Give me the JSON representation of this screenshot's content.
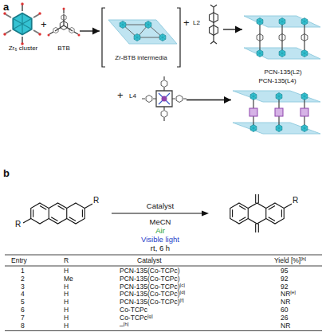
{
  "diagram": {
    "nodes": [
      {
        "text": [
          "Zr₆ cluster"
        ]
      },
      {
        "text": [
          "BTB"
        ]
      },
      {
        "text": [
          "Zr-BTB intermedia"
        ]
      },
      {
        "text": [
          "L2"
        ]
      },
      {
        "text": [
          "PCN-135(L2)"
        ]
      },
      {
        "text": [
          "L4"
        ]
      },
      {
        "text": [
          "PCN-135(L4)"
        ]
      }
    ],
    "edges": [
      {
        "from": 1,
        "to": 2,
        "arrow": "to"
      },
      {
        "from": 3,
        "to": 4,
        "arrow": "to"
      },
      {
        "from": 5,
        "to": 6,
        "arrow": "to"
      }
    ],
    "labels": [
      "a",
      "+",
      "+",
      "+",
      "b",
      "R",
      "R",
      "R",
      "Catalyst",
      "MeCN",
      "Air",
      "Visible light",
      "rt, 6 h",
      "Entry",
      "R",
      "Catalyst",
      "Yield [%]",
      "[b]",
      "1",
      "H",
      "PCN-135(Co-TCPc)",
      "95",
      "2",
      "Me",
      "PCN-135(Co-TCPc)",
      "92",
      "3",
      "H",
      "PCN-135(Co-TCPc)",
      "[c]",
      "92",
      "4",
      "H",
      "PCN-135(Co-TCPc)",
      "[d]",
      "NR",
      "[e]",
      "5",
      "H",
      "PCN-135(Co-TCPc)",
      "[f]",
      "NR",
      "6",
      "H",
      "Co-TCPc",
      "60",
      "7",
      "H",
      "Co-TCPc",
      "[g]",
      "26",
      "8",
      "H",
      "–",
      "[h]",
      "NR"
    ]
  }
}
